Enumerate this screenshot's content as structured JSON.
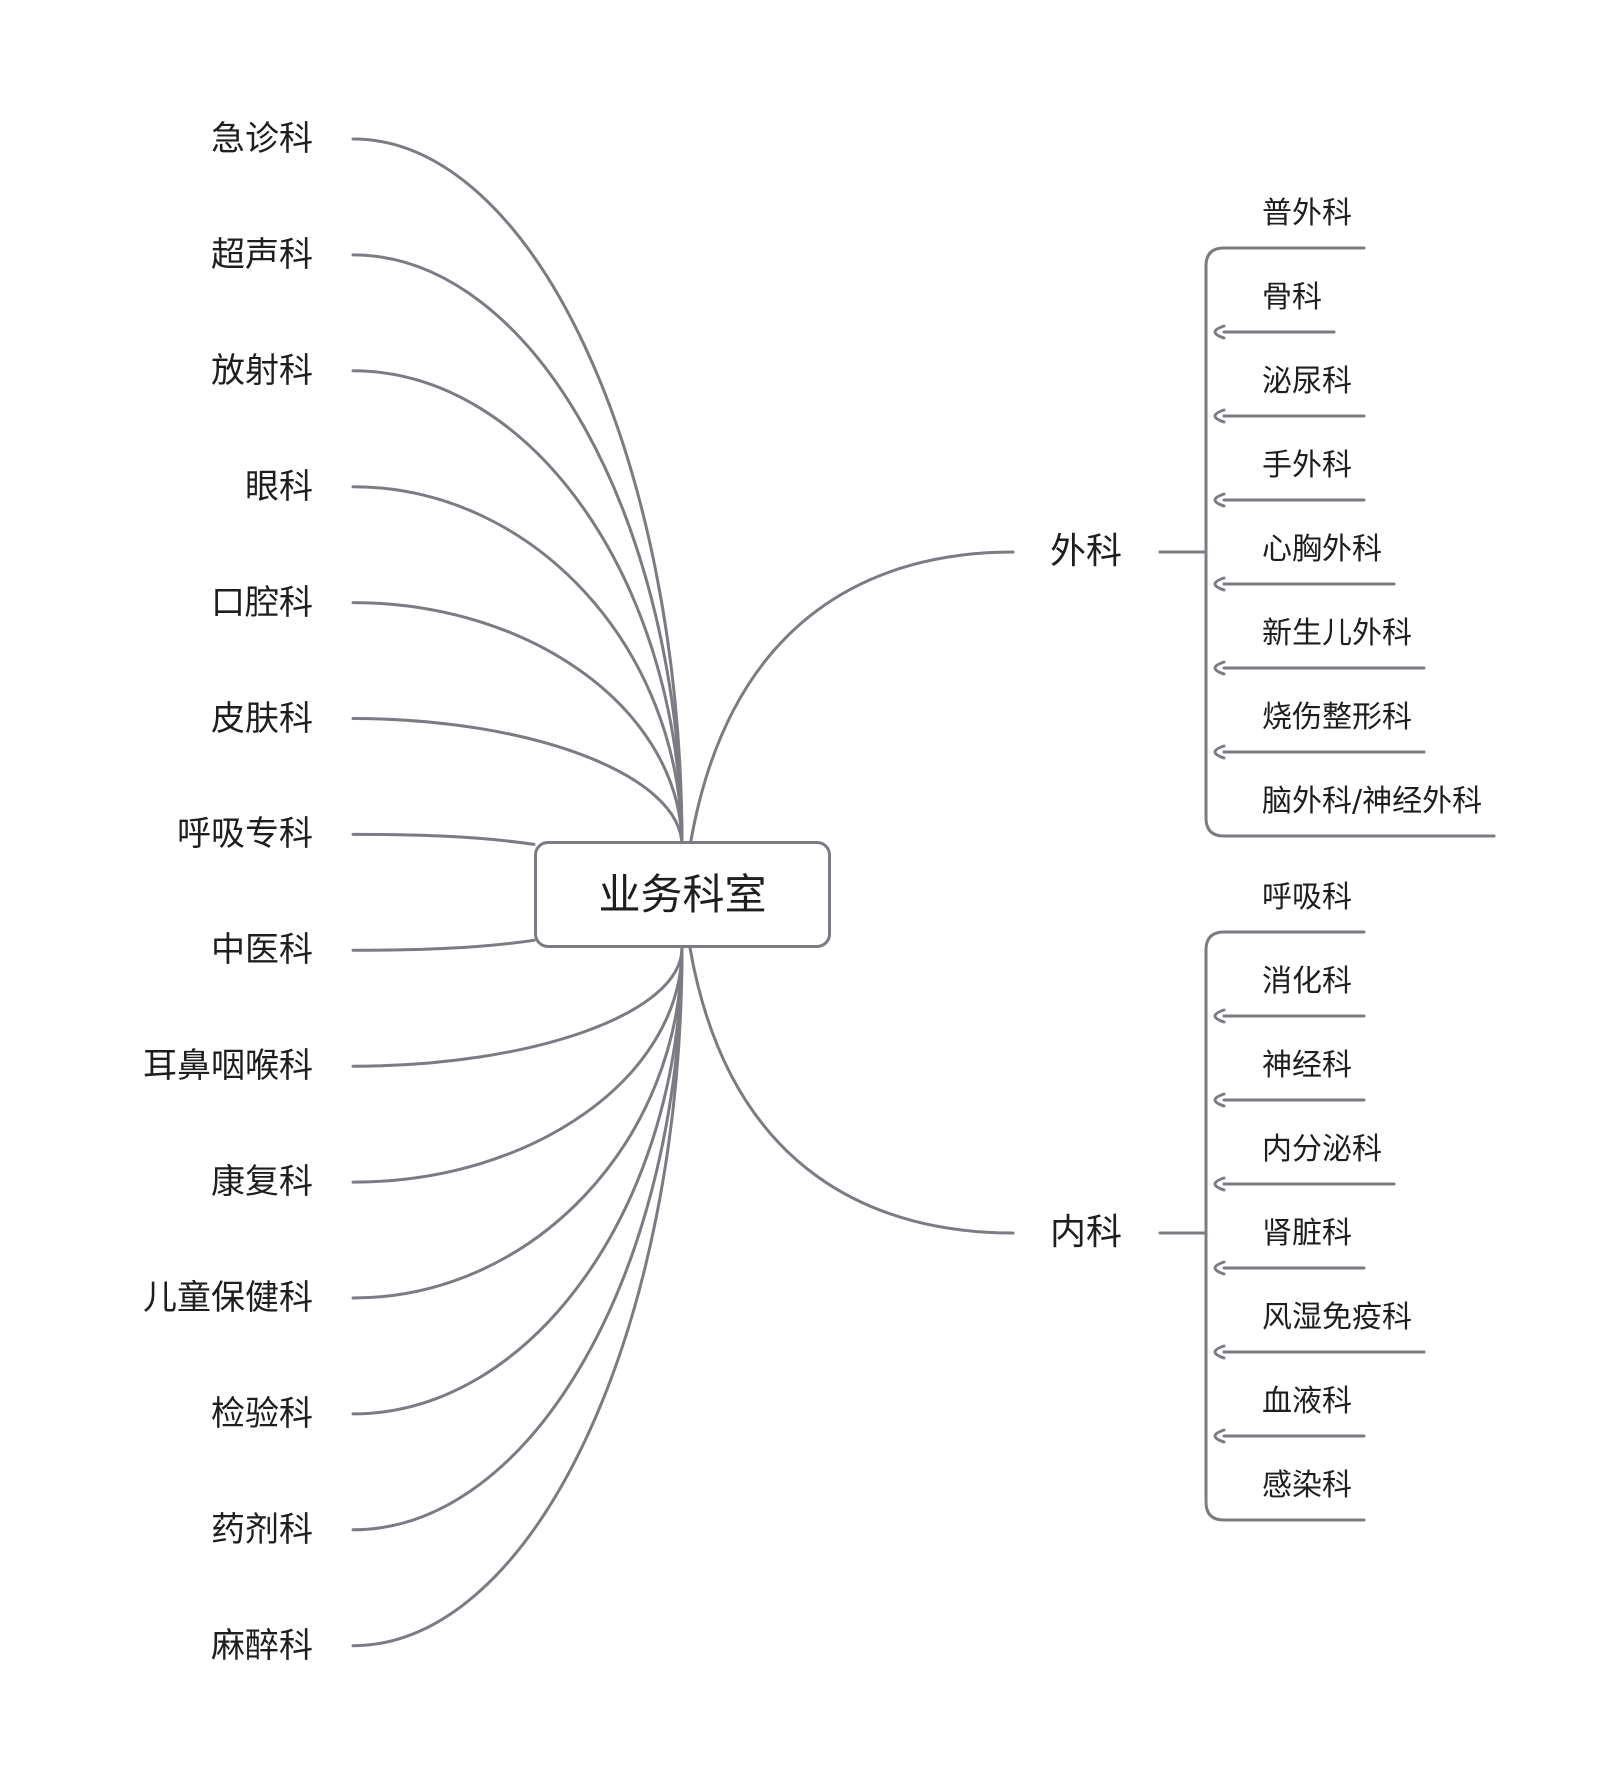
{
  "root": {
    "label": "业务科室"
  },
  "left_branches": [
    "急诊科",
    "超声科",
    "放射科",
    "眼科",
    "口腔科",
    "皮肤科",
    "呼吸专科",
    "中医科",
    "耳鼻咽喉科",
    "康复科",
    "儿童保健科",
    "检验科",
    "药剂科",
    "麻醉科"
  ],
  "right_branches": [
    {
      "label": "外科",
      "children": [
        "普外科",
        "骨科",
        "泌尿科",
        "手外科",
        "心胸外科",
        "新生儿外科",
        "烧伤整形科",
        "脑外科/神经外科"
      ]
    },
    {
      "label": "内科",
      "children": [
        "呼吸科",
        "消化科",
        "神经科",
        "内分泌科",
        "肾脏科",
        "风湿免疫科",
        "血液科",
        "感染科"
      ]
    }
  ],
  "colors": {
    "line": "#7b7b83",
    "text": "#1e1e1e",
    "background": "#ffffff"
  }
}
